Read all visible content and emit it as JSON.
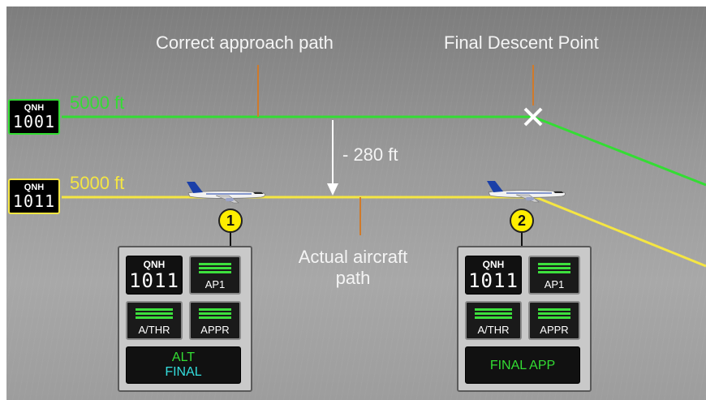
{
  "labels": {
    "correct_path": "Correct approach path",
    "final_descent_point": "Final Descent Point",
    "deviation": "- 280 ft",
    "actual_path_line1": "Actual aircraft",
    "actual_path_line2": "path"
  },
  "upper_path": {
    "altitude": "5000 ft",
    "qnh_title": "QNH",
    "qnh_value": "1001",
    "color": "#33dd33"
  },
  "lower_path": {
    "altitude": "5000 ft",
    "qnh_title": "QNH",
    "qnh_value": "1011",
    "color": "#f5e642"
  },
  "panels": [
    {
      "badge": "1",
      "qnh_title": "QNH",
      "qnh_value": "1011",
      "buttons": {
        "ap1": "AP1",
        "athr": "A/THR",
        "appr": "APPR"
      },
      "fma_line1": "ALT",
      "fma_line1_color": "#33dd33",
      "fma_line2": "FINAL",
      "fma_line2_color": "#33dddd"
    },
    {
      "badge": "2",
      "qnh_title": "QNH",
      "qnh_value": "1011",
      "buttons": {
        "ap1": "AP1",
        "athr": "A/THR",
        "appr": "APPR"
      },
      "fma_line1": "FINAL APP",
      "fma_line1_color": "#33dd33"
    }
  ],
  "icons": [
    "aircraft-icon",
    "final-descent-point-cross-icon",
    "down-arrow-icon"
  ]
}
